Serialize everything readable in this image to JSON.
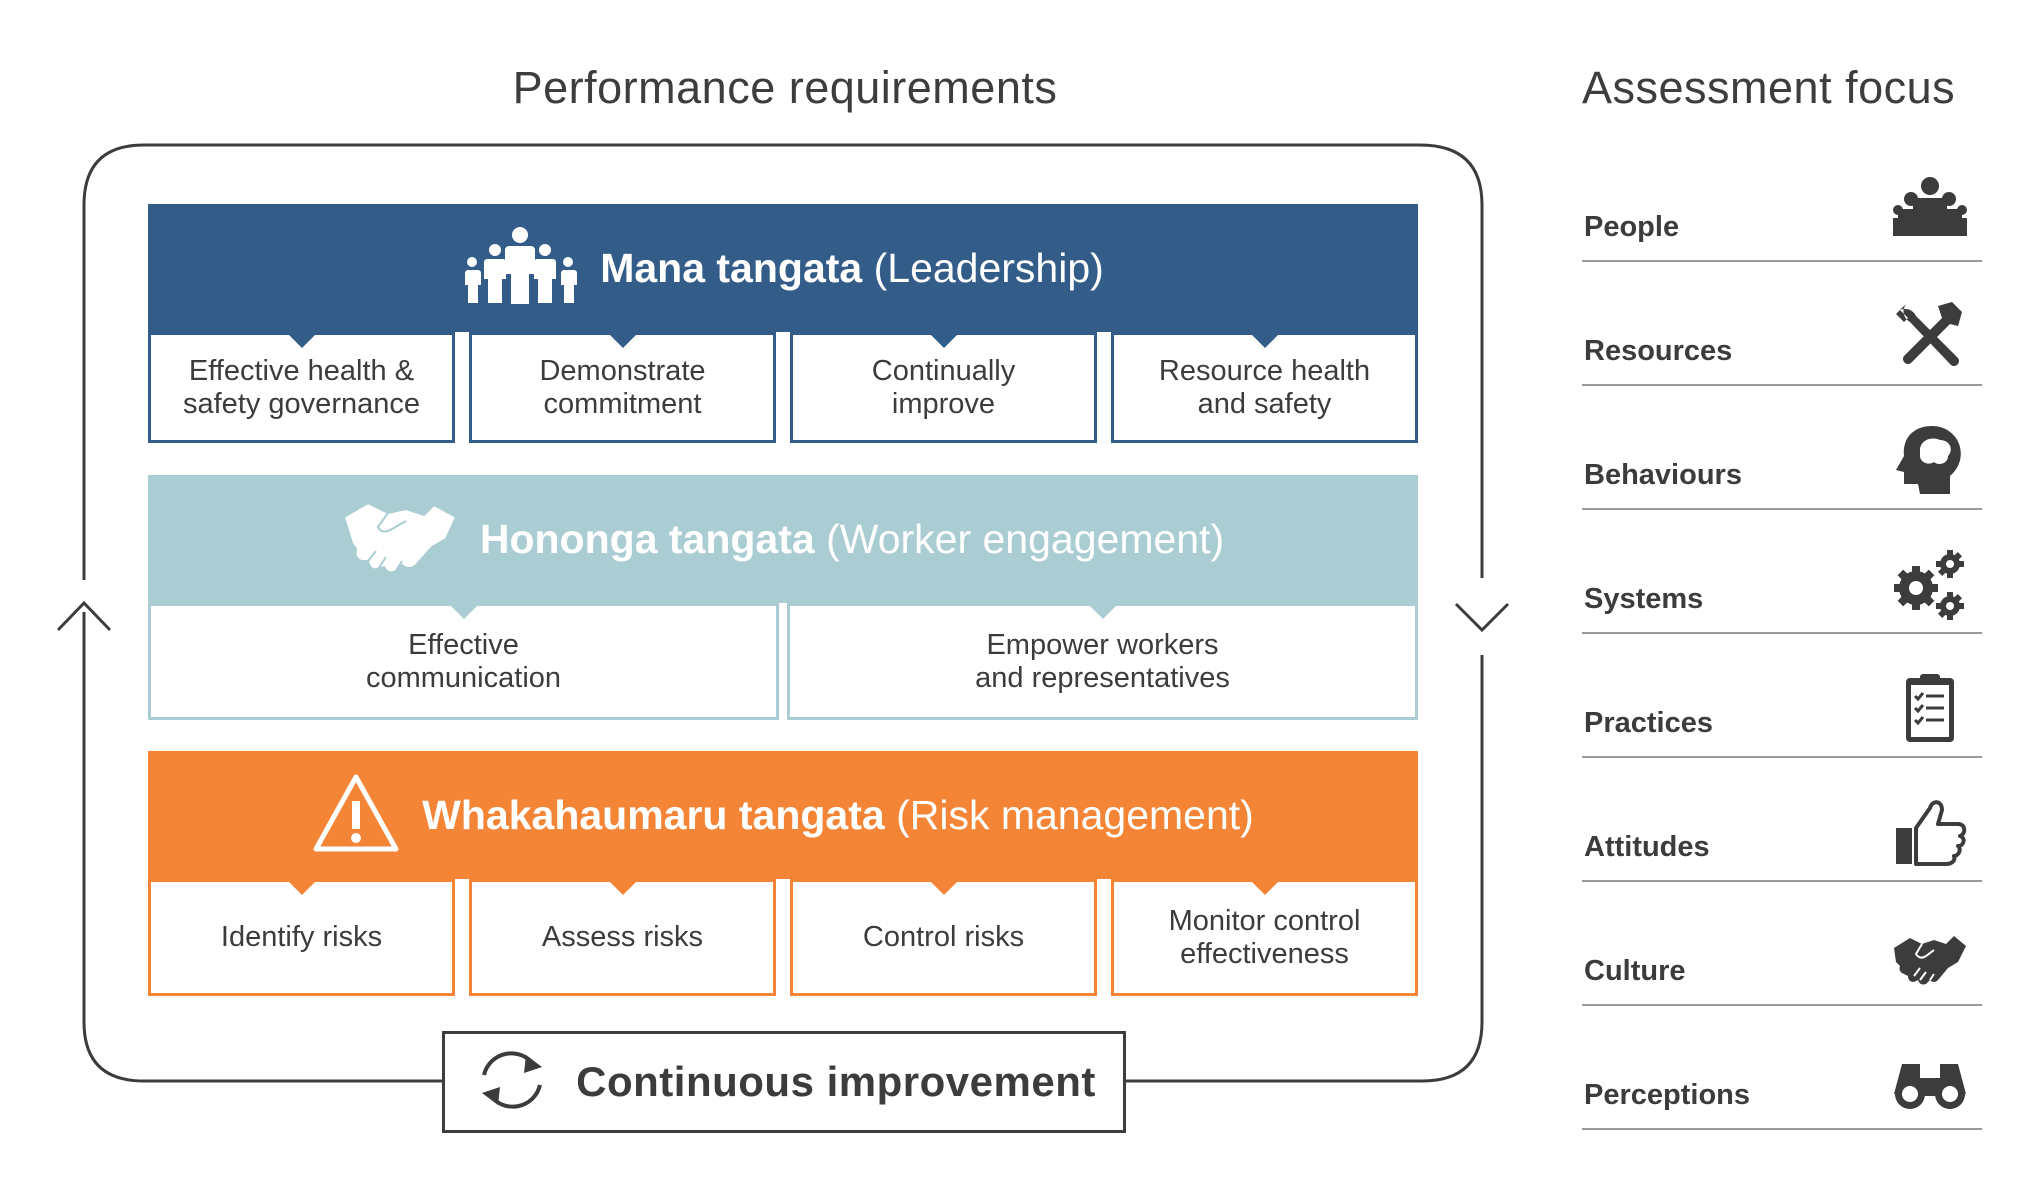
{
  "headings": {
    "performance": "Performance requirements",
    "assessment": "Assessment focus"
  },
  "leadership": {
    "title_bold": "Mana tangata",
    "title_rest": "(Leadership)",
    "icon": "people-group-icon",
    "boxes": [
      {
        "line1": "Effective health &",
        "line2": "safety governance"
      },
      {
        "line1": "Demonstrate",
        "line2": "commitment"
      },
      {
        "line1": "Continually",
        "line2": "improve"
      },
      {
        "line1": "Resource health",
        "line2": "and safety"
      }
    ]
  },
  "engagement": {
    "title_bold": "Hononga tangata",
    "title_rest": "(Worker engagement)",
    "icon": "handshake-icon",
    "boxes": [
      {
        "line1": "Effective",
        "line2": "communication"
      },
      {
        "line1": "Empower workers",
        "line2": "and representatives"
      }
    ]
  },
  "risk": {
    "title_bold": "Whakahaumaru tangata",
    "title_rest": "(Risk management)",
    "icon": "warning-triangle-icon",
    "boxes": [
      {
        "line1": "Identify risks"
      },
      {
        "line1": "Assess risks"
      },
      {
        "line1": "Control risks"
      },
      {
        "line1": "Monitor control",
        "line2": "effectiveness"
      }
    ]
  },
  "continuous": {
    "label": "Continuous improvement",
    "icon": "refresh-cycle-icon"
  },
  "focus": [
    {
      "label": "People",
      "icon": "people-icon"
    },
    {
      "label": "Resources",
      "icon": "tools-icon"
    },
    {
      "label": "Behaviours",
      "icon": "head-brain-icon"
    },
    {
      "label": "Systems",
      "icon": "gears-icon"
    },
    {
      "label": "Practices",
      "icon": "clipboard-checklist-icon"
    },
    {
      "label": "Attitudes",
      "icon": "thumbs-up-icon"
    },
    {
      "label": "Culture",
      "icon": "handshake-icon"
    },
    {
      "label": "Perceptions",
      "icon": "binoculars-icon"
    }
  ],
  "colors": {
    "leadership": "#335c89",
    "engagement": "#aacdd3",
    "risk": "#f58536",
    "text": "#3c3c3c"
  }
}
